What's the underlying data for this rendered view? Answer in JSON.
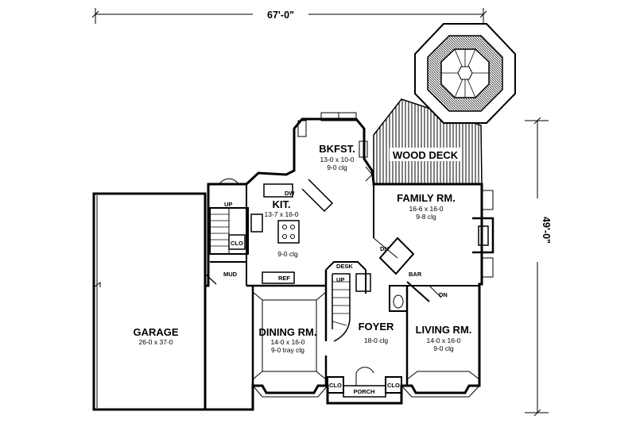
{
  "overall": {
    "width": "67'-0\"",
    "depth": "49'-0\""
  },
  "rooms": {
    "bkfst": {
      "name": "BKFST.",
      "size": "13-0 x 10-0",
      "ceiling": "9-0 clg"
    },
    "wood_deck": {
      "name": "WOOD DECK"
    },
    "family": {
      "name": "FAMILY RM.",
      "size": "16-6 x 16-0",
      "ceiling": "9-8 clg"
    },
    "kitchen": {
      "name": "KIT.",
      "size": "13-7 x 16-0",
      "ceiling": "9-0 clg"
    },
    "garage": {
      "name": "GARAGE",
      "size": "26-0 x 37-0"
    },
    "dining": {
      "name": "DINING RM.",
      "size": "14-0 x 16-0",
      "ceiling": "9-0 tray clg"
    },
    "foyer": {
      "name": "FOYER",
      "ceiling": "18-0 clg"
    },
    "living": {
      "name": "LIVING RM.",
      "size": "14-0 x 16-0",
      "ceiling": "9-0 clg"
    },
    "porch": {
      "name": "PORCH"
    }
  },
  "labels": {
    "up_stair_left": "UP",
    "up_stair_foyer": "UP",
    "clo_left": "CLO",
    "clo_porch_left": "CLO",
    "clo_porch_right": "CLO",
    "mud": "MUD",
    "desk": "DESK",
    "bar": "BAR",
    "dn_family": "DN",
    "dn_living": "DN",
    "dw": "DW",
    "ref": "REF"
  }
}
